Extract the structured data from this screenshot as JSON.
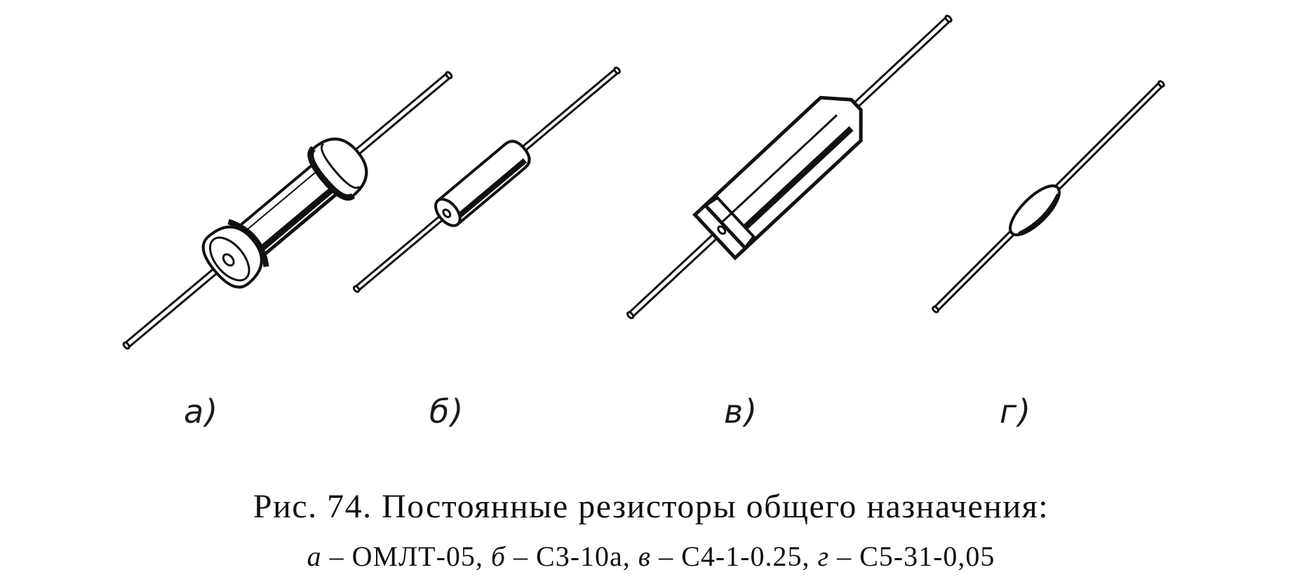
{
  "panels": [
    {
      "label": "а)",
      "name": "ОМЛТ-05"
    },
    {
      "label": "б)",
      "name": "С3-10а"
    },
    {
      "label": "в)",
      "name": "С4-1-0.25"
    },
    {
      "label": "г)",
      "name": "С5-31-0,05"
    }
  ],
  "caption": {
    "title": "Рис. 74. Постоянные резисторы общего назначения:",
    "legend": {
      "a_letter": "а",
      "a_text": " – ОМЛТ-05, ",
      "b_letter": "б",
      "b_text": " – С3-10а, ",
      "v_letter": "в",
      "v_text": " – С4-1-0.25, ",
      "g_letter": "г",
      "g_text": " – С5-31-0,05"
    }
  },
  "colors": {
    "ink": "#111111",
    "paper": "#ffffff"
  }
}
